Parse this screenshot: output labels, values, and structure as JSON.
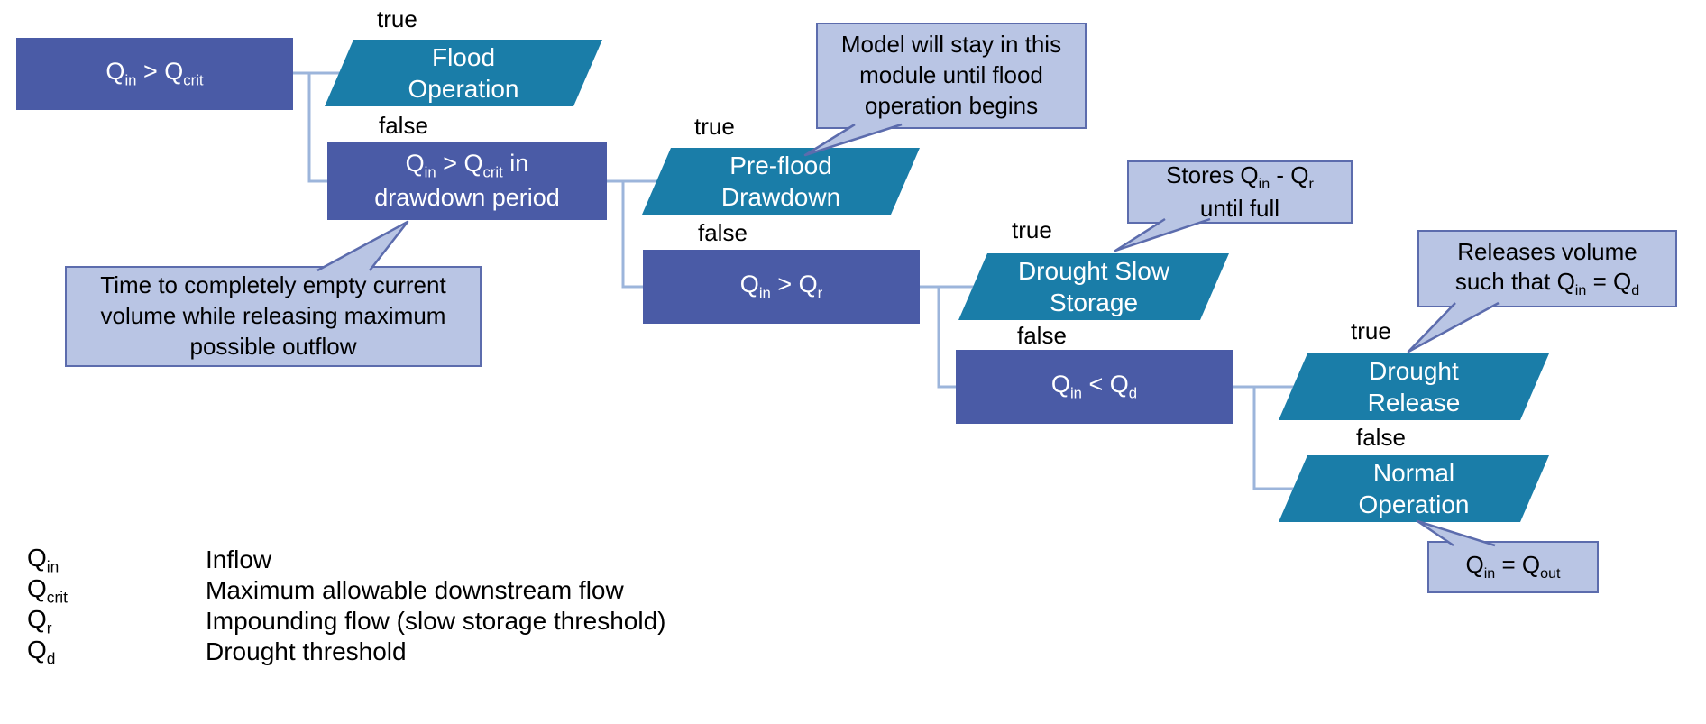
{
  "colors": {
    "decision_fill": "#4A5BA6",
    "process_fill": "#1A7DA8",
    "callout_fill": "#B9C5E4",
    "callout_border": "#5C6CAD",
    "connector": "#9CB5DB"
  },
  "flowchart": {
    "branch_true": "true",
    "branch_false": "false",
    "decisions": [
      {
        "label": "Q{in} > Q{crit}"
      },
      {
        "label": "Q{in} > Q{crit} in\ndrawdown period"
      },
      {
        "label": "Q{in} > Q{r}"
      },
      {
        "label": "Q{in} < Q{d}"
      }
    ],
    "processes": [
      {
        "label": "Flood\nOperation"
      },
      {
        "label": "Pre-flood\nDrawdown"
      },
      {
        "label": "Drought Slow\nStorage"
      },
      {
        "label": "Drought\nRelease"
      },
      {
        "label": "Normal\nOperation"
      }
    ],
    "callouts": [
      {
        "text": "Model will stay in this\nmodule until flood\noperation begins"
      },
      {
        "text": "Stores Q{in} - Q{r}\nuntil full"
      },
      {
        "text": "Releases volume\nsuch that Q{in} = Q{d}"
      },
      {
        "text": "Q{in} = Q{out}"
      },
      {
        "text": "Time to completely empty current\nvolume while releasing maximum\npossible outflow"
      }
    ]
  },
  "legend": {
    "rows": [
      {
        "symbol": "Q{in}",
        "description": "Inflow"
      },
      {
        "symbol": "Q{crit}",
        "description": "Maximum allowable downstream flow"
      },
      {
        "symbol": "Q{r}",
        "description": "Impounding flow (slow storage threshold)"
      },
      {
        "symbol": "Q{d}",
        "description": "Drought threshold"
      }
    ]
  }
}
